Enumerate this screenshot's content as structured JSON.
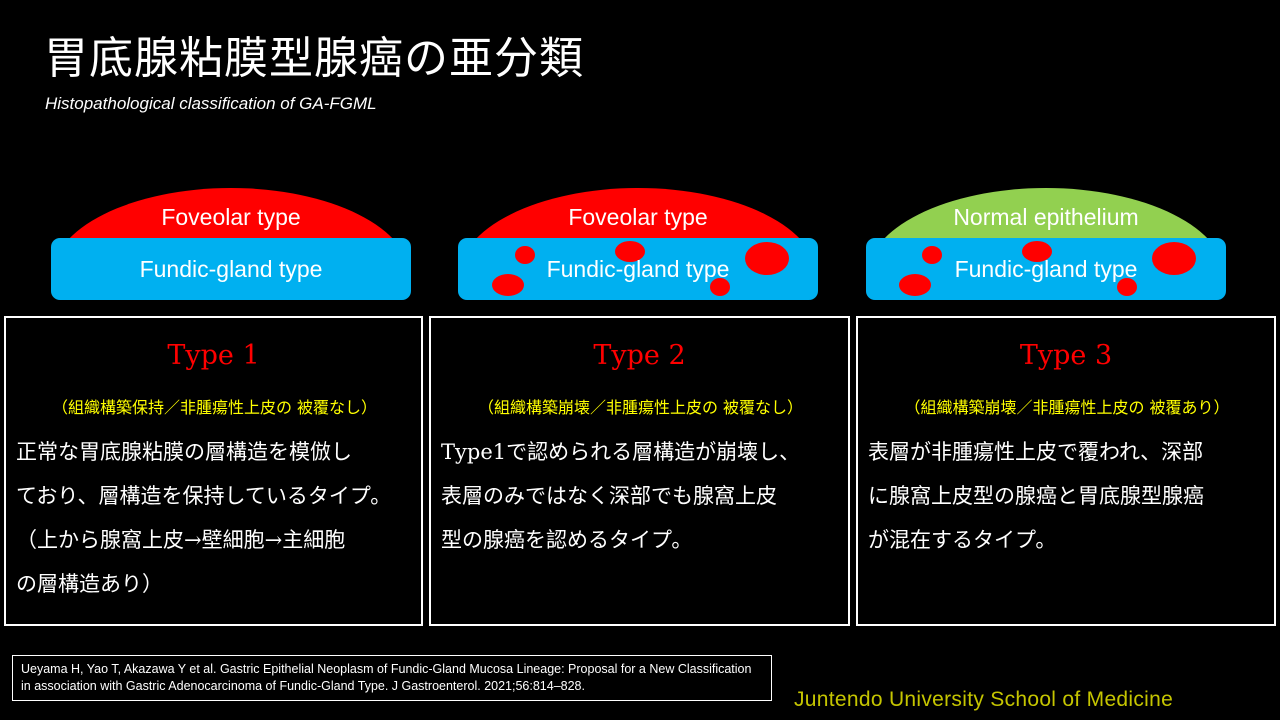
{
  "header": {
    "title": "胃底腺粘膜型腺癌の亜分類",
    "subtitle": "Histopathological classification of GA-FGML"
  },
  "colors": {
    "foveolar": "#ff0000",
    "normal_epithelium": "#92d050",
    "fundic_gland": "#00b0f0",
    "tumor_spot": "#ff0000",
    "type_title": "#ff0000",
    "type_subtitle": "#ffff00",
    "footer": "#c5c500"
  },
  "diagrams": [
    {
      "top_label": "Foveolar type",
      "bottom_label": "Fundic-gland type",
      "top_color": "#ff0000"
    },
    {
      "top_label": "Foveolar type",
      "bottom_label": "Fundic-gland type",
      "top_color": "#ff0000"
    },
    {
      "top_label": "Normal epithelium",
      "bottom_label": "Fundic-gland type",
      "top_color": "#92d050"
    }
  ],
  "types": [
    {
      "title": "Type 1",
      "subtitle": "（組織構築保持／非腫瘍性上皮の 被覆なし）",
      "desc": [
        "正常な胃底腺粘膜の層構造を模倣し",
        "ており、層構造を保持しているタイプ。",
        "（上から腺窩上皮→壁細胞→主細胞",
        "の層構造あり）"
      ]
    },
    {
      "title": "Type 2",
      "subtitle": "（組織構築崩壊／非腫瘍性上皮の 被覆なし）",
      "desc": [
        "Type1で認められる層構造が崩壊し、",
        "表層のみではなく深部でも腺窩上皮",
        "型の腺癌を認めるタイプ。"
      ]
    },
    {
      "title": "Type 3",
      "subtitle": "（組織構築崩壊／非腫瘍性上皮の 被覆あり）",
      "desc": [
        "表層が非腫瘍性上皮で覆われ、深部",
        "に腺窩上皮型の腺癌と胃底腺型腺癌",
        "が混在するタイプ。"
      ]
    }
  ],
  "reference": {
    "line1": "Ueyama H, Yao T, Akazawa Y et al. Gastric Epithelial Neoplasm of Fundic-Gland Mucosa Lineage: Proposal for a New Classification",
    "line2": "in association with Gastric Adenocarcinoma of Fundic-Gland Type. J Gastroenterol. 2021;56:814–828."
  },
  "footer": "Juntendo University School of Medicine"
}
